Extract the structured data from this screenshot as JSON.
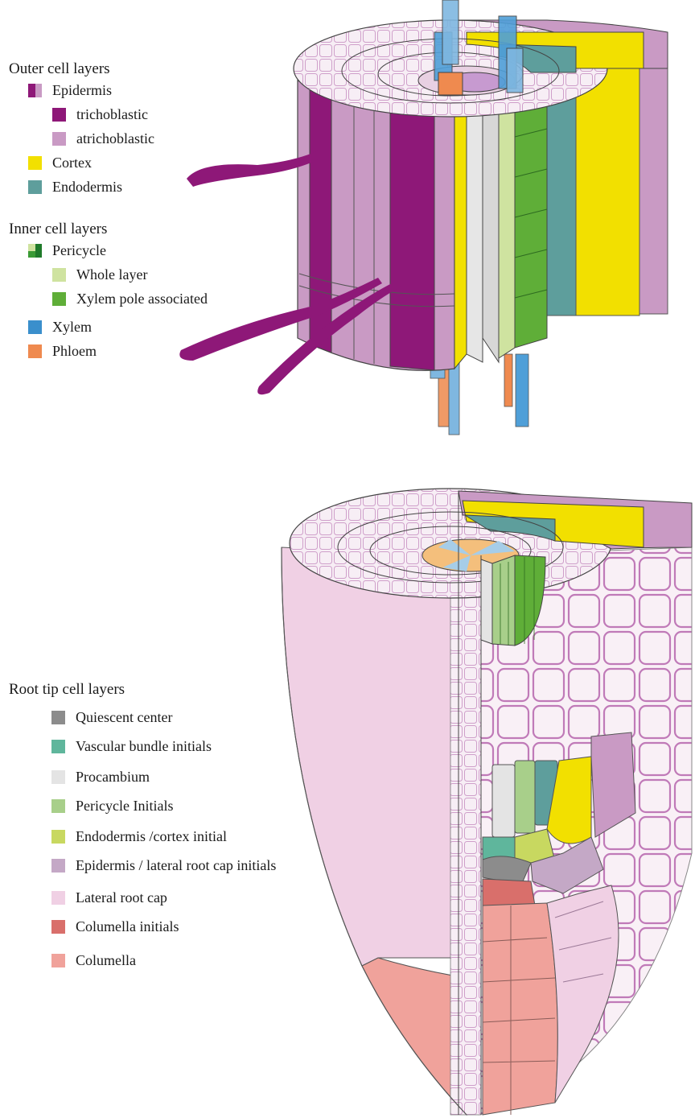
{
  "outer": {
    "title": "Outer cell layers",
    "items": [
      {
        "label": "Epidermis",
        "swatch": "split",
        "colors": [
          "#8e1878",
          "#c99ac4"
        ]
      },
      {
        "label": "trichoblastic",
        "color": "#8e1878"
      },
      {
        "label": "atrichoblastic",
        "color": "#c99ac4"
      },
      {
        "label": "Cortex",
        "color": "#f2e000"
      },
      {
        "label": "Endodermis",
        "color": "#5e9e9c"
      }
    ]
  },
  "inner": {
    "title": "Inner cell layers",
    "items": [
      {
        "label": "Pericycle",
        "swatch": "quad",
        "colors": [
          "#cfe3a0",
          "#1f7a2a",
          "#3a9a35",
          "#cfe3a0"
        ]
      },
      {
        "label": "Whole layer",
        "color": "#cfe3a0"
      },
      {
        "label": "Xylem pole associated",
        "color": "#5fae38"
      },
      {
        "label": "Xylem",
        "color": "#3a8fcc"
      },
      {
        "label": "Phloem",
        "color": "#ef8a4f"
      }
    ]
  },
  "root_tip": {
    "title": "Root tip cell layers",
    "items": [
      {
        "label": "Quiescent center",
        "color": "#8c8c8c"
      },
      {
        "label": "Vascular bundle initials",
        "color": "#5fb69c"
      },
      {
        "label": "Procambium",
        "color": "#e4e4e4"
      },
      {
        "label": "Pericycle Initials",
        "color": "#a8cf8a"
      },
      {
        "label": "Endodermis /cortex initial",
        "color": "#c8d860"
      },
      {
        "label": "Epidermis / lateral root cap initials",
        "color": "#c4a8c6"
      },
      {
        "label": "Lateral root cap",
        "color": "#f0d0e4"
      },
      {
        "label": "Columella initials",
        "color": "#d96f6b"
      },
      {
        "label": "Columella",
        "color": "#f0a29b"
      }
    ]
  }
}
